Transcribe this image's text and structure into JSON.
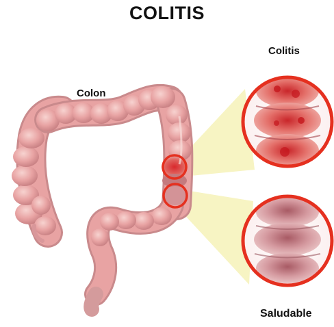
{
  "title": "COLITIS",
  "labels": {
    "colon": "Colon",
    "colitis": "Colitis",
    "healthy": "Saludable"
  },
  "colors": {
    "colon_tissue": "#e8a3a3",
    "tissue_highlight": "#f6cfcc",
    "tissue_shadow": "#b86f73",
    "inflammation_red": "#d9282c",
    "magnifier_ring": "#e5301f",
    "zoom_beam": "#f6f2b8",
    "healthy_tissue": "#cf8c92"
  }
}
